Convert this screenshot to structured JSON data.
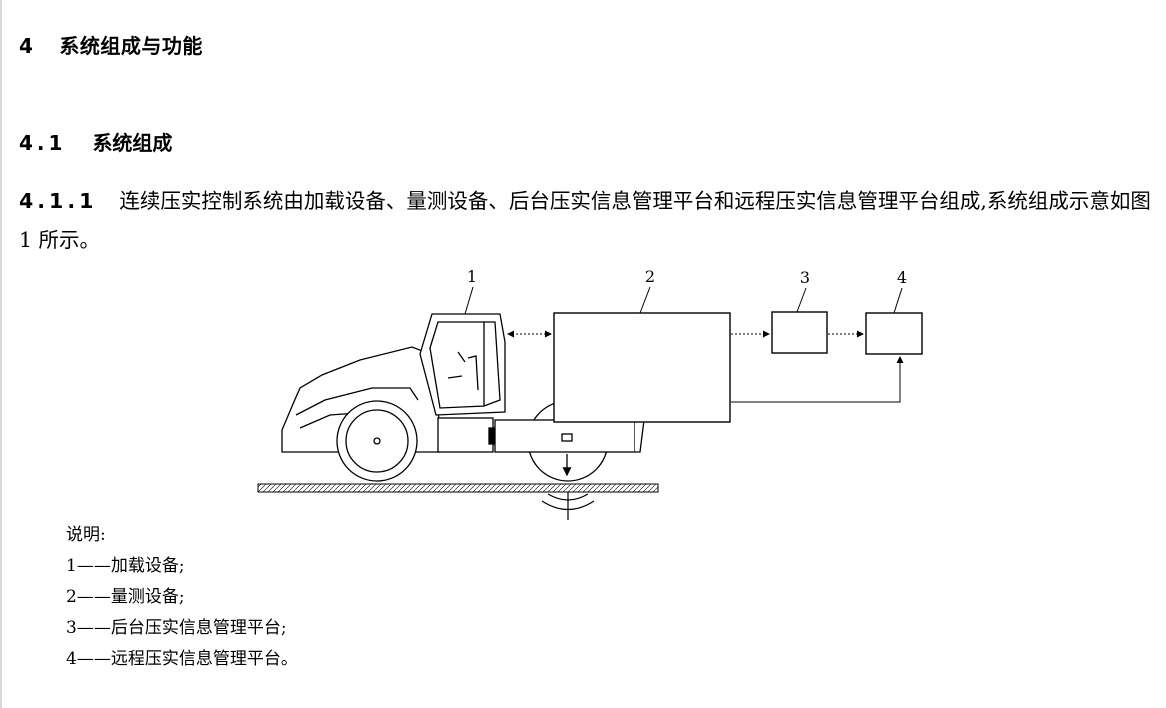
{
  "section": {
    "number": "4",
    "title": "系统组成与功能"
  },
  "subsection": {
    "number": "4.1",
    "title": "系统组成"
  },
  "clause": {
    "number": "4.1.1",
    "text": "连续压实控制系统由加载设备、量测设备、后台压实信息管理平台和远程压实信息管理平台组成,系统组成示意如图 1 所示。"
  },
  "figure": {
    "callouts": [
      "1",
      "2",
      "3",
      "4"
    ]
  },
  "legend": {
    "heading": "说明:",
    "items": [
      {
        "num": "1",
        "sep": "——",
        "text": "加载设备;"
      },
      {
        "num": "2",
        "sep": "——",
        "text": "量测设备;"
      },
      {
        "num": "3",
        "sep": "——",
        "text": "后台压实信息管理平台;"
      },
      {
        "num": "4",
        "sep": "——",
        "text": "远程压实信息管理平台。"
      }
    ]
  }
}
